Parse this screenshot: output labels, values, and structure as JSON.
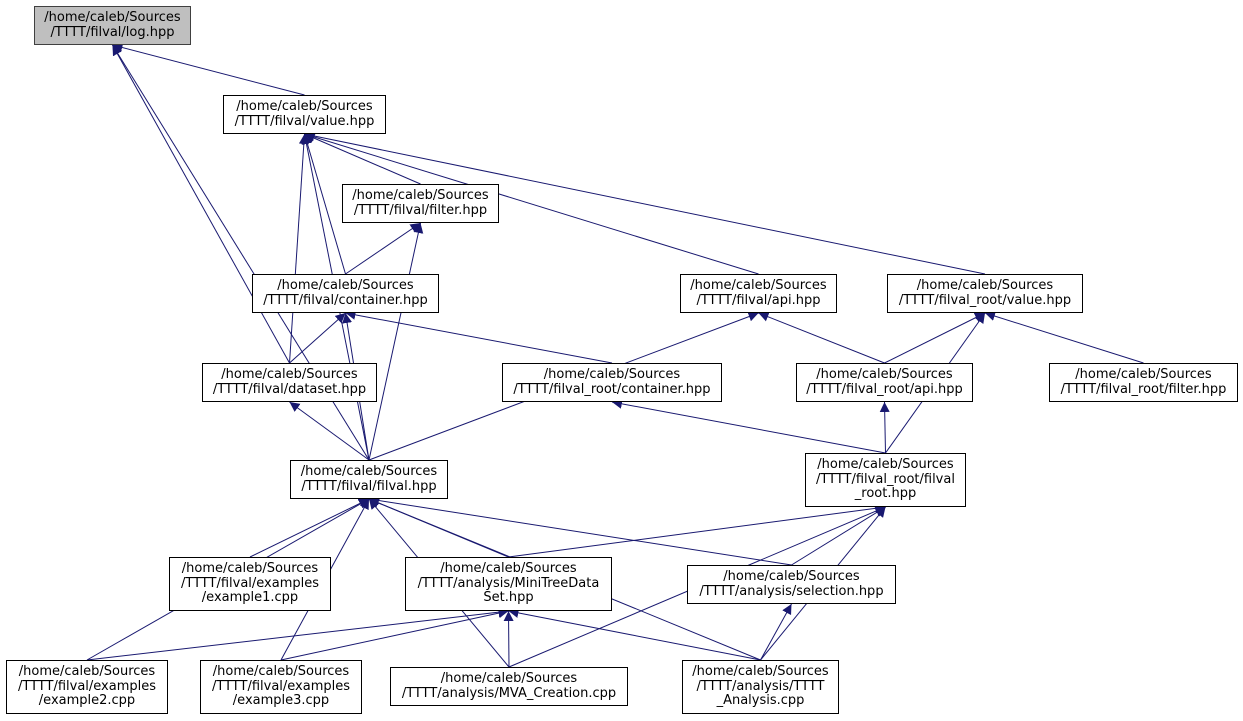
{
  "graph": {
    "edge_color": "#191970",
    "focus_fill": "#bfbfbf",
    "nodes": [
      {
        "id": "log",
        "label": "/home/caleb/Sources\n/TTTT/filval/log.hpp",
        "focus": true
      },
      {
        "id": "value",
        "label": "/home/caleb/Sources\n/TTTT/filval/value.hpp"
      },
      {
        "id": "filter",
        "label": "/home/caleb/Sources\n/TTTT/filval/filter.hpp"
      },
      {
        "id": "container",
        "label": "/home/caleb/Sources\n/TTTT/filval/container.hpp"
      },
      {
        "id": "api",
        "label": "/home/caleb/Sources\n/TTTT/filval/api.hpp"
      },
      {
        "id": "root_value",
        "label": "/home/caleb/Sources\n/TTTT/filval_root/value.hpp"
      },
      {
        "id": "dataset",
        "label": "/home/caleb/Sources\n/TTTT/filval/dataset.hpp"
      },
      {
        "id": "root_container",
        "label": "/home/caleb/Sources\n/TTTT/filval_root/container.hpp"
      },
      {
        "id": "root_api",
        "label": "/home/caleb/Sources\n/TTTT/filval_root/api.hpp"
      },
      {
        "id": "root_filter",
        "label": "/home/caleb/Sources\n/TTTT/filval_root/filter.hpp"
      },
      {
        "id": "filval",
        "label": "/home/caleb/Sources\n/TTTT/filval/filval.hpp"
      },
      {
        "id": "root_filval",
        "label": "/home/caleb/Sources\n/TTTT/filval_root/filval\n_root.hpp"
      },
      {
        "id": "example1",
        "label": "/home/caleb/Sources\n/TTTT/filval/examples\n/example1.cpp"
      },
      {
        "id": "minitree",
        "label": "/home/caleb/Sources\n/TTTT/analysis/MiniTreeData\nSet.hpp"
      },
      {
        "id": "selection",
        "label": "/home/caleb/Sources\n/TTTT/analysis/selection.hpp"
      },
      {
        "id": "example2",
        "label": "/home/caleb/Sources\n/TTTT/filval/examples\n/example2.cpp"
      },
      {
        "id": "example3",
        "label": "/home/caleb/Sources\n/TTTT/filval/examples\n/example3.cpp"
      },
      {
        "id": "mva",
        "label": "/home/caleb/Sources\n/TTTT/analysis/MVA_Creation.cpp"
      },
      {
        "id": "tttt_analysis",
        "label": "/home/caleb/Sources\n/TTTT/analysis/TTTT\n_Analysis.cpp"
      }
    ],
    "edges": [
      {
        "from": "value",
        "to": "log"
      },
      {
        "from": "dataset",
        "to": "log"
      },
      {
        "from": "filval",
        "to": "log"
      },
      {
        "from": "filter",
        "to": "value"
      },
      {
        "from": "container",
        "to": "value"
      },
      {
        "from": "dataset",
        "to": "value"
      },
      {
        "from": "filval",
        "to": "value"
      },
      {
        "from": "api",
        "to": "value"
      },
      {
        "from": "root_value",
        "to": "value"
      },
      {
        "from": "container",
        "to": "filter"
      },
      {
        "from": "filval",
        "to": "filter"
      },
      {
        "from": "dataset",
        "to": "container"
      },
      {
        "from": "filval",
        "to": "container"
      },
      {
        "from": "root_container",
        "to": "container"
      },
      {
        "from": "filval",
        "to": "api"
      },
      {
        "from": "root_api",
        "to": "api"
      },
      {
        "from": "root_api",
        "to": "root_value"
      },
      {
        "from": "root_filval",
        "to": "root_value"
      },
      {
        "from": "root_filter",
        "to": "root_value"
      },
      {
        "from": "filval",
        "to": "dataset"
      },
      {
        "from": "root_filval",
        "to": "root_container"
      },
      {
        "from": "root_filval",
        "to": "root_api"
      },
      {
        "from": "example1",
        "to": "filval"
      },
      {
        "from": "minitree",
        "to": "filval"
      },
      {
        "from": "selection",
        "to": "filval"
      },
      {
        "from": "example2",
        "to": "filval"
      },
      {
        "from": "example3",
        "to": "filval"
      },
      {
        "from": "mva",
        "to": "filval"
      },
      {
        "from": "tttt_analysis",
        "to": "filval"
      },
      {
        "from": "minitree",
        "to": "root_filval"
      },
      {
        "from": "selection",
        "to": "root_filval"
      },
      {
        "from": "mva",
        "to": "root_filval"
      },
      {
        "from": "tttt_analysis",
        "to": "root_filval"
      },
      {
        "from": "example2",
        "to": "minitree"
      },
      {
        "from": "example3",
        "to": "minitree"
      },
      {
        "from": "mva",
        "to": "minitree"
      },
      {
        "from": "tttt_analysis",
        "to": "minitree"
      },
      {
        "from": "tttt_analysis",
        "to": "selection"
      }
    ]
  }
}
